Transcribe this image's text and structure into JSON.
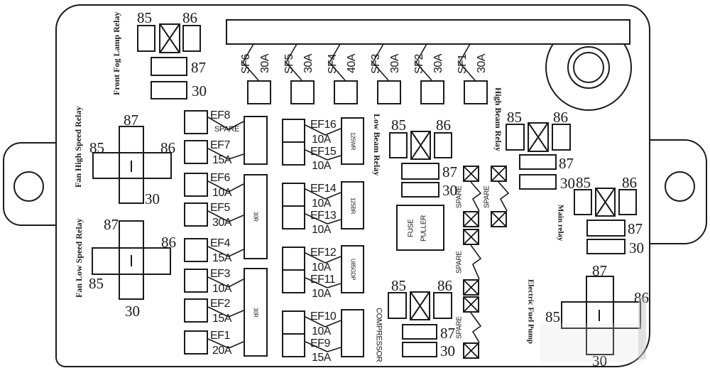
{
  "pins": {
    "p85": "85",
    "p86": "86",
    "p87": "87",
    "p30": "30"
  },
  "relays": {
    "front_fog": {
      "name": "Front Fog Lamp Relay"
    },
    "fan_high": {
      "name": "Fan High Speed Relay"
    },
    "fan_low": {
      "name": "Fan Low Speed Relay"
    },
    "low_beam": {
      "name": "Low Beam Relay"
    },
    "high_beam": {
      "name": "High Beam Relay"
    },
    "main": {
      "name": "Main relay"
    },
    "compressor": {
      "name": "COMPRESSOR"
    },
    "fuel_pump": {
      "name": "Electric Fuel Pump"
    }
  },
  "sf_fuses": [
    {
      "id": "SF6",
      "amp": "30A"
    },
    {
      "id": "SF5",
      "amp": "30A"
    },
    {
      "id": "SF4",
      "amp": "40A"
    },
    {
      "id": "SF3",
      "amp": "30A"
    },
    {
      "id": "SF2",
      "amp": "30A"
    },
    {
      "id": "SF1",
      "amp": "30A"
    }
  ],
  "ef_left": [
    {
      "id": "EF8",
      "amp": "SPARE"
    },
    {
      "id": "EF7",
      "amp": "15A"
    },
    {
      "id": "EF6",
      "amp": "10A"
    },
    {
      "id": "EF5",
      "amp": "30A"
    },
    {
      "id": "EF4",
      "amp": "15A"
    },
    {
      "id": "EF3",
      "amp": "10A"
    },
    {
      "id": "EF2",
      "amp": "15A"
    },
    {
      "id": "EF1",
      "amp": "20A"
    }
  ],
  "ef_mid": [
    {
      "id": "EF16",
      "amp": "10A"
    },
    {
      "id": "EF15",
      "amp": "10A"
    },
    {
      "id": "EF14",
      "amp": "10A"
    },
    {
      "id": "EF13",
      "amp": "10A"
    },
    {
      "id": "EF12",
      "amp": "10A"
    },
    {
      "id": "EF11",
      "amp": "10A"
    },
    {
      "id": "EF10",
      "amp": "10A"
    },
    {
      "id": "EF9",
      "amp": "15A"
    }
  ],
  "modules": {
    "left_mid_code": "30R",
    "left_low_code": "30R",
    "mid_top_code": "125WR",
    "mid_2_code": "125BR",
    "mid_3_code": "U85GDP"
  },
  "fuse_puller": {
    "line1": "FUSE",
    "line2": "PULLER"
  },
  "spare_label": "SPARE",
  "colors": {
    "line": "#1a1a1a",
    "background": "#ffffff"
  }
}
